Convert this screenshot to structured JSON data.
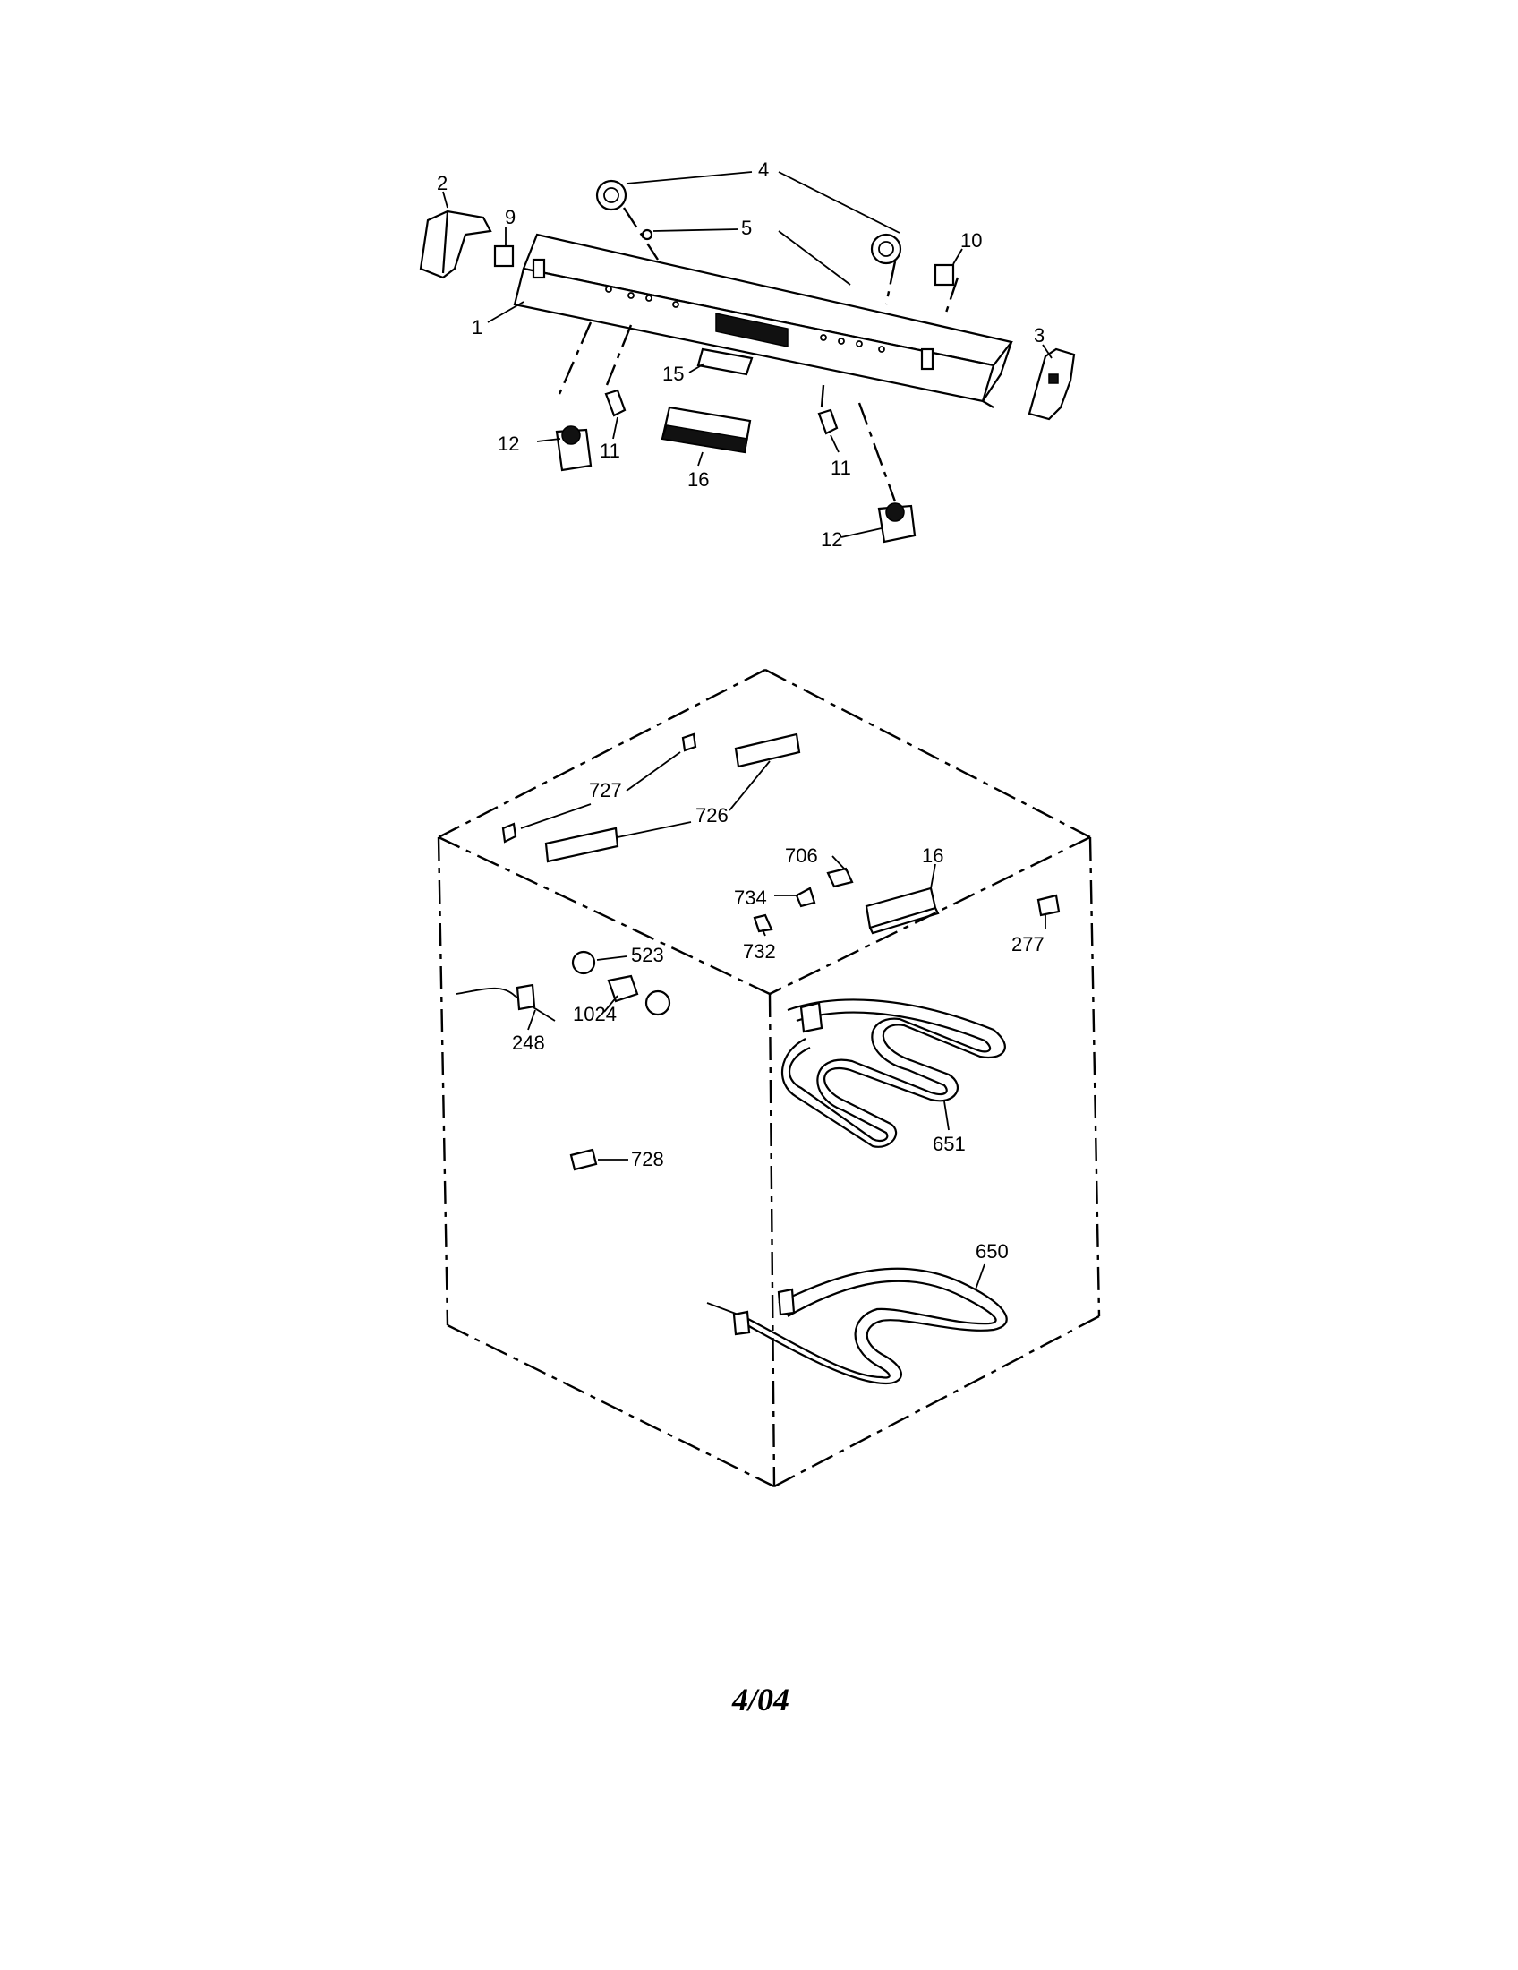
{
  "panel_labels": [
    "1",
    "2",
    "3",
    "4",
    "5",
    "9",
    "10",
    "11",
    "11",
    "12",
    "12",
    "15",
    "16"
  ],
  "box_labels": [
    "727",
    "726",
    "706",
    "16",
    "734",
    "732",
    "277",
    "523",
    "1024",
    "248",
    "651",
    "728",
    "650"
  ],
  "footer": "4/04"
}
